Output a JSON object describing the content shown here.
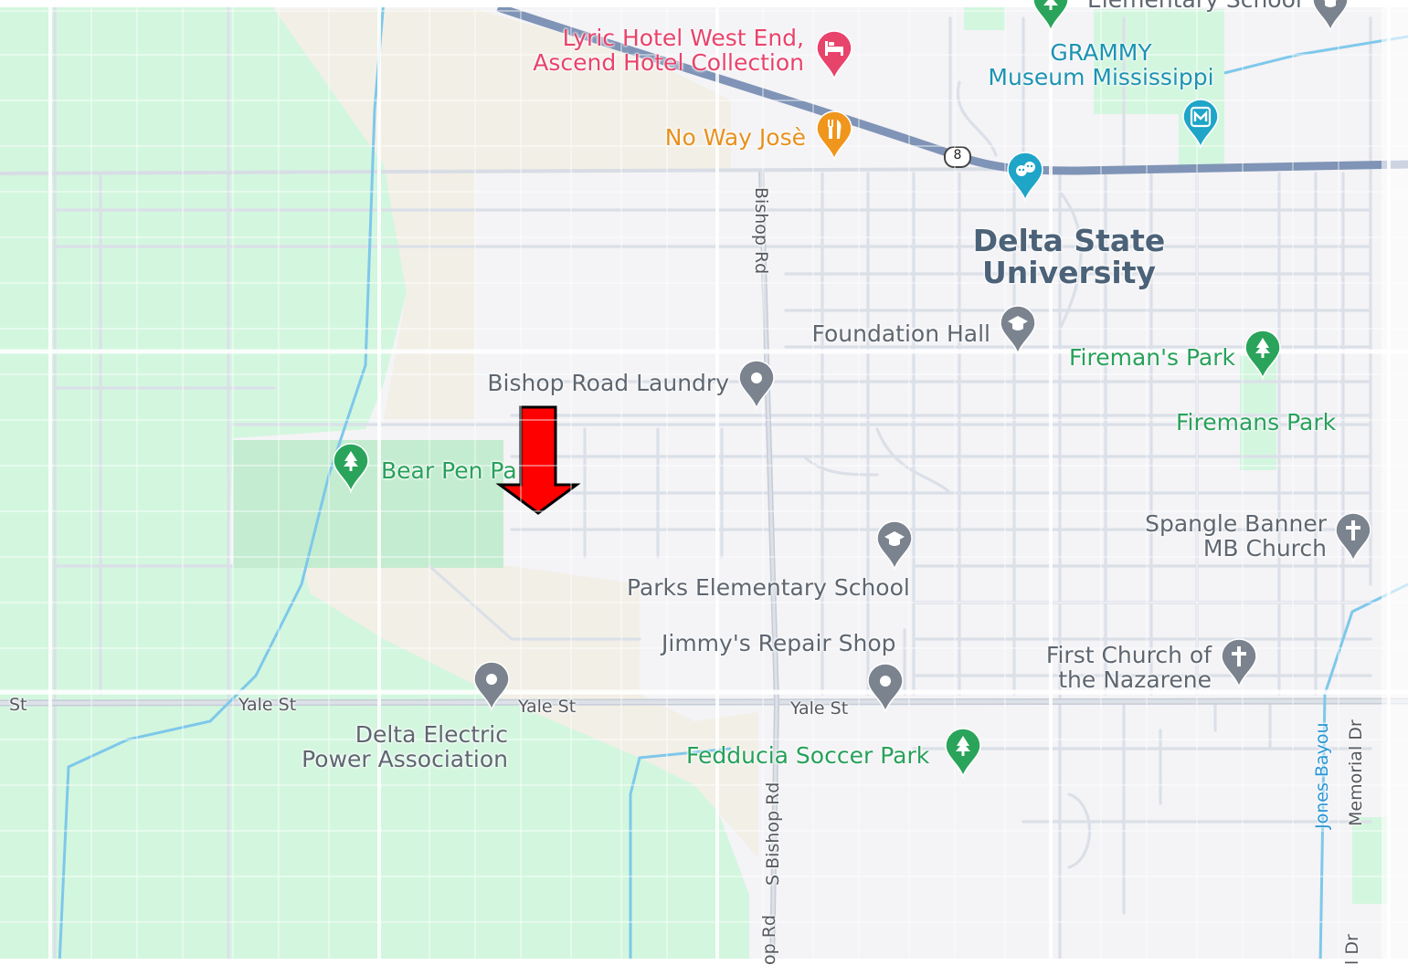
{
  "map": {
    "colors": {
      "background": "#f4f3f6",
      "park": "#d3f6df",
      "park_dark": "#c4ecd0",
      "urban": "#f2efe7",
      "road": "#dbe0e8",
      "road_edge": "#c6ccd6",
      "highway": "#7f94b6",
      "water": "#7ec8ea",
      "grid_overlay": "#ffffff",
      "arrow": "#ff0000"
    },
    "places": {
      "lyric_hotel_line1": "Lyric Hotel West End,",
      "lyric_hotel_line2": "Ascend Hotel Collection",
      "no_way_jose": "No Way Josè",
      "grammy_line1": "GRAMMY",
      "grammy_line2": "Museum Mississippi",
      "delta_state_line1": "Delta State",
      "delta_state_line2": "University",
      "foundation_hall": "Foundation Hall",
      "firemans_park_1": "Fireman's Park",
      "firemans_park_2": "Firemans Park",
      "bishop_road_laundry": "Bishop Road Laundry",
      "bear_pen_park": "Bear Pen Pa",
      "spangle_line1": "Spangle Banner",
      "spangle_line2": "MB Church",
      "parks_elementary": "Parks Elementary School",
      "jimmys_repair": "Jimmy's Repair Shop",
      "first_church_line1": "First Church of",
      "first_church_line2": "the Nazarene",
      "delta_electric_line1": "Delta Electric",
      "delta_electric_line2": "Power Association",
      "fedducia": "Fedducia Soccer Park",
      "elementary_top": "Elementary School"
    },
    "streets": {
      "yale_1": "St",
      "yale_2": "Yale St",
      "yale_3": "Yale St",
      "yale_4": "Yale St",
      "bishop_rd": "Bishop Rd",
      "s_bishop_rd": "S Bishop Rd",
      "bishop_rd_bottom": "op Rd",
      "jones_bayou": "Jones Bayou",
      "memorial_dr": "Memorial Dr",
      "memorial_dr_bottom": "l Dr"
    },
    "shields": {
      "route_8": "8"
    },
    "icons": {
      "hotel": "bed-icon",
      "restaurant": "fork-knife-icon",
      "museum": "museum-icon",
      "theater": "theater-masks-icon",
      "school": "graduation-cap-icon",
      "park": "tree-icon",
      "church": "cross-icon",
      "generic": "location-pin-icon",
      "annotation": "down-arrow-icon"
    }
  }
}
